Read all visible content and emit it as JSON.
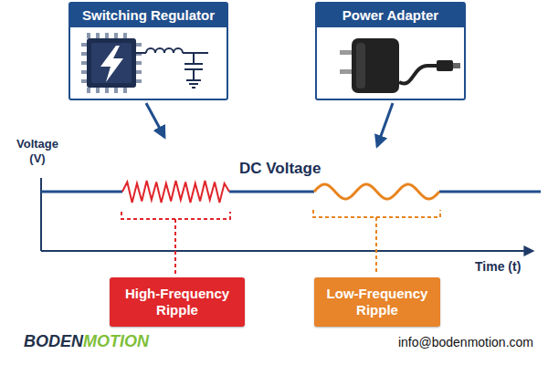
{
  "diagram": {
    "nodes": [
      {
        "text": [
          "Switching Regulator"
        ]
      },
      {
        "text": [
          "Power Adapter"
        ]
      },
      {
        "text": [
          "High-Frequency Ripple"
        ]
      },
      {
        "text": [
          "Low-Frequency Ripple"
        ]
      }
    ],
    "labels": [
      "Voltage (V)",
      "DC Voltage",
      "Time (t)",
      "BODEN",
      "MOTION",
      "info@bodenmotion.com"
    ]
  }
}
